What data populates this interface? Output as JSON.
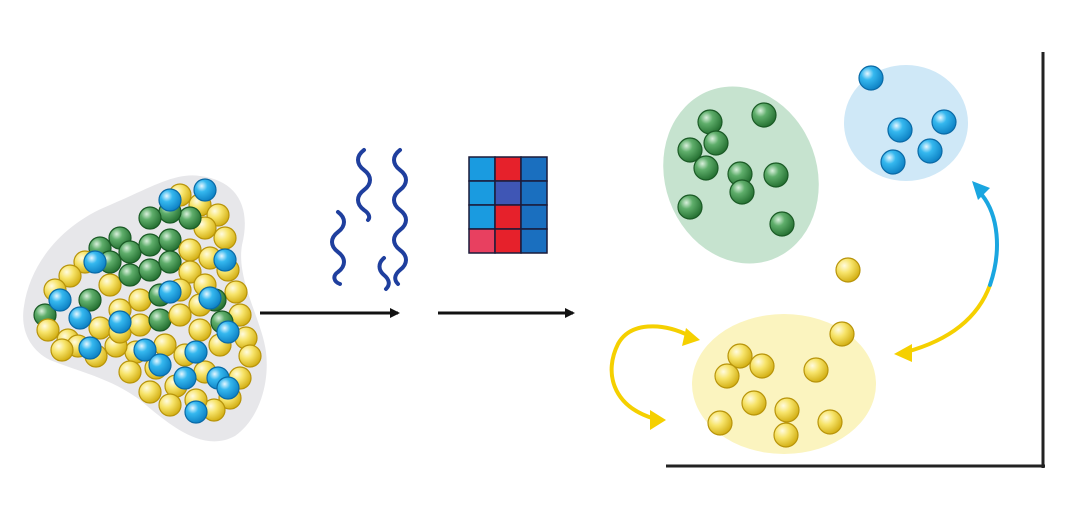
{
  "diagram": {
    "stages": [
      {
        "id": "mixed-cell-population",
        "kind": "cell-aggregate"
      },
      {
        "id": "sequencing-reads",
        "kind": "squiggle-strands"
      },
      {
        "id": "expression-matrix",
        "kind": "heatmap-grid"
      },
      {
        "id": "clustered-cell-types",
        "kind": "scatter-clusters"
      }
    ],
    "cell_colors": {
      "green": "#2e8b3e",
      "blue": "#1aa6e0",
      "yellow": "#f2d81c"
    },
    "cluster_colors": {
      "green": "#c6e3cf",
      "blue": "#cfe8f7",
      "yellow": "#fbf4bf"
    },
    "matrix_colors": [
      "#1a9be0",
      "#e6212b",
      "#1a6fbf",
      "#e84060",
      "#3f56b5"
    ],
    "transition_arrow_colors": {
      "yellow": "#f5d000",
      "blue": "#1aa6e0"
    }
  }
}
